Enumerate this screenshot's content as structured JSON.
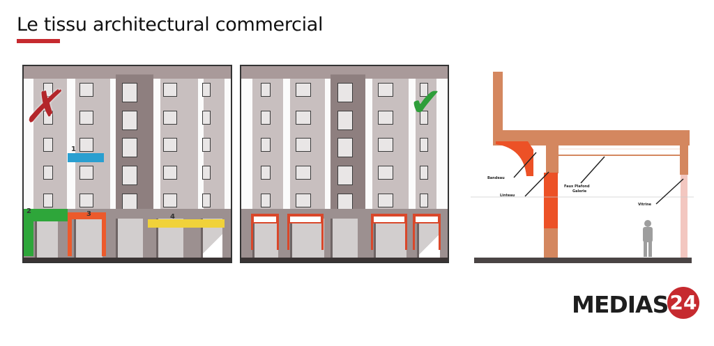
{
  "header": {
    "title": "Le tissu architectural commercial",
    "accent_color": "#c62a2f"
  },
  "panels": [
    {
      "id": "incorrect-facade",
      "verdict_icon": "cross-icon",
      "verdict_glyph": "✗",
      "verdict_color": "#b3262a",
      "annotations": [
        {
          "number": "1",
          "color": "#2a9fd0"
        },
        {
          "number": "2",
          "color": "#2ea63a"
        },
        {
          "number": "3",
          "color": "#ec5a2c"
        },
        {
          "number": "4",
          "color": "#f0d23a"
        }
      ]
    },
    {
      "id": "correct-facade",
      "verdict_icon": "checkmark-icon",
      "verdict_glyph": "✔",
      "verdict_color": "#2e9e3a",
      "signs": [
        "",
        "",
        "",
        ""
      ]
    }
  ],
  "section_diagram": {
    "labels": {
      "bandeau": "Bandeau",
      "linteau": "Linteau",
      "faux_plafond": "Faux Plafond",
      "galerie": "Galerie",
      "vitrine": "Vitrine"
    },
    "colors": {
      "structure": "#d4875f",
      "highlight": "#ec5126",
      "glass": "#f3c7c0",
      "ground": "#4a4444",
      "person": "#9e9e9e"
    }
  },
  "logo": {
    "text": "MEDIAS",
    "number": "24"
  }
}
